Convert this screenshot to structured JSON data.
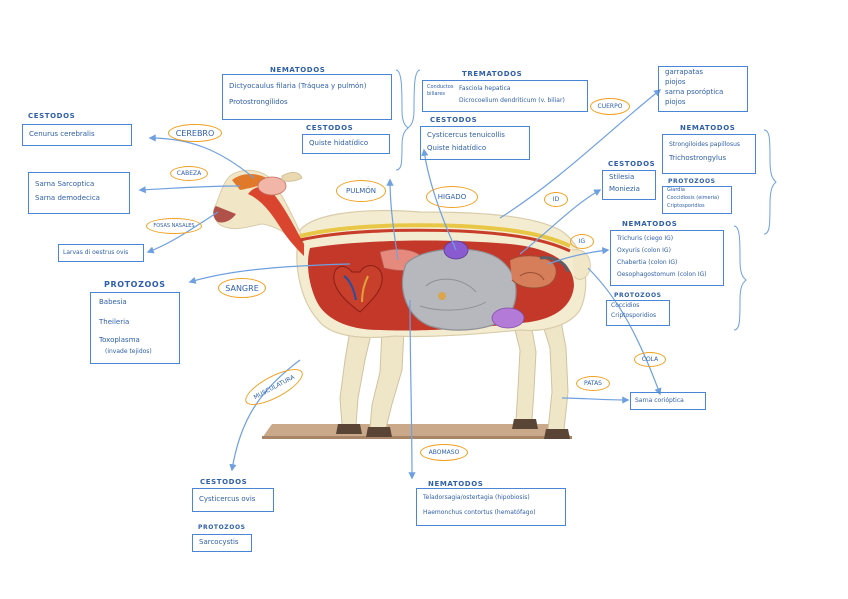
{
  "colors": {
    "ink": "#2f5fa8",
    "box": "#4a86d8",
    "oval": "#f0a020",
    "arrow": "#6ea0e0"
  },
  "regions": {
    "cerebro": "CEREBRO",
    "cabeza": "CABEZA",
    "fosas_nasales": "FOSAS NASALES",
    "sangre": "SANGRE",
    "musculatura": "MUSCULATURA",
    "pulmon": "PULMÓN",
    "higado": "HIGADO",
    "cuerpo": "CUERPO",
    "id": "ID",
    "ig": "IG",
    "cola": "COLA",
    "patas": "PATAS",
    "abomaso": "ABOMASO"
  },
  "groups": {
    "cerebro": {
      "title": "CESTODOS",
      "items": [
        "Cenurus cerebralis"
      ]
    },
    "cabeza": {
      "items": [
        "Sarna Sarcoptica",
        "Sarna demodecica"
      ]
    },
    "fosas": {
      "items": [
        "Larvas di oestrus ovis"
      ]
    },
    "sangre": {
      "title": "PROTOZOOS",
      "items": [
        "Babesia",
        "Theileria",
        "Toxoplasma",
        "(invade tejidos)"
      ]
    },
    "pulmon_nem": {
      "title": "NEMATODOS",
      "items": [
        "Dictyocaulus filaria (Tráquea y pulmón)",
        "Protostrongílidos"
      ]
    },
    "pulmon_ces": {
      "title": "CESTODOS",
      "items": [
        "Quiste hidatídico"
      ]
    },
    "higado_trem": {
      "title": "TREMATODOS",
      "prefix": "Conductos biliares",
      "items": [
        "Fasciola hepatica",
        "Dicrocoelium dendriticum (v. biliar)"
      ]
    },
    "higado_ces": {
      "title": "CESTODOS",
      "items": [
        "Cysticercus tenuicollis",
        "Quiste hidatídico"
      ]
    },
    "cuerpo": {
      "items": [
        "garrapatas",
        "piojos",
        "sarna psoróptica",
        "piojos"
      ]
    },
    "id_nem": {
      "title": "NEMATODOS",
      "items": [
        "Strongiloides papillosus",
        "Trichostrongylus"
      ]
    },
    "id_ces": {
      "title": "CESTODOS",
      "items": [
        "Stilesia",
        "Moniezia"
      ]
    },
    "id_pro": {
      "title": "PROTOZOOS",
      "items": [
        "Giardia",
        "Coccidiosis (eimeria)",
        "Criptosporidios"
      ]
    },
    "ig_nem": {
      "title": "NEMATODOS",
      "items": [
        "Trichuris (ciego IG)",
        "Oxyuris (colon IG)",
        "Chabertia (colon IG)",
        "Oesophagostomum (colon IG)"
      ]
    },
    "ig_pro": {
      "title": "PROTOZOOS",
      "items": [
        "Coccidios",
        "Criptosporidios"
      ]
    },
    "patas": {
      "items": [
        "Sarna corióptica"
      ]
    },
    "abomaso": {
      "title": "NEMATODOS",
      "items": [
        "Teladorsagia/ostertagia (hipobiosis)",
        "Haemonchus contortus (hematófago)"
      ]
    },
    "musculatura_ces": {
      "title": "CESTODOS",
      "items": [
        "Cysticercus ovis"
      ]
    },
    "musculatura_pro": {
      "title": "PROTOZOOS",
      "items": [
        "Sarcocystis"
      ]
    }
  }
}
